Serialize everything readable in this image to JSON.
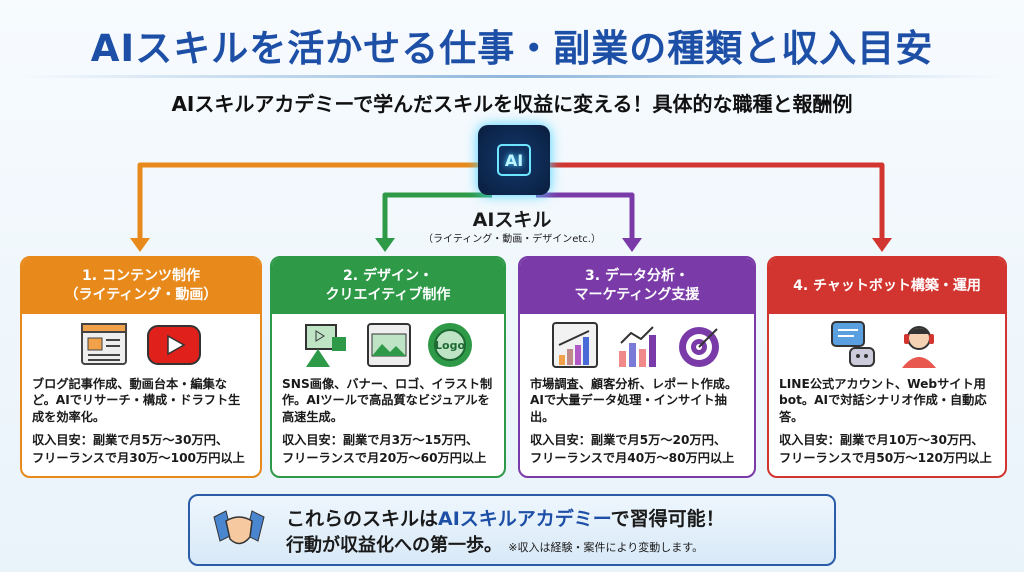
{
  "title": "AIスキルを活かせる仕事・副業の種類と収入目安",
  "subtitle": "AIスキルアカデミーで学んだスキルを収益に変える！具体的な職種と報酬例",
  "center": {
    "chip_label": "AI",
    "label": "AIスキル",
    "sublabel": "（ライティング・動画・デザインetc.）"
  },
  "colors": {
    "orange": "#e8891c",
    "green": "#2e9a48",
    "purple": "#7a3aa8",
    "red": "#d2352f",
    "blue": "#1d4fa6"
  },
  "cards": [
    {
      "title1": "1. コンテンツ制作",
      "title2": "（ライティング・動画）",
      "desc": "ブログ記事作成、動画台本・編集など。AIでリサーチ・構成・ドラフト生成を効率化。",
      "income1": "収入目安：副業で月5万～30万円、",
      "income2": "フリーランスで月30万～100万円以上",
      "icons": [
        "article-icon",
        "video-play-icon"
      ]
    },
    {
      "title1": "2. デザイン・",
      "title2": "クリエイティブ制作",
      "desc": "SNS画像、バナー、ロゴ、イラスト制作。AIツールで高品質なビジュアルを高速生成。",
      "income1": "収入目安：副業で月3万～15万円、",
      "income2": "フリーランスで月20万～60万円以上",
      "icons": [
        "design-tool-icon",
        "image-banner-icon",
        "logo-badge-icon"
      ],
      "logo_text": "Logo"
    },
    {
      "title1": "3. データ分析・",
      "title2": "マーケティング支援",
      "desc": "市場調査、顧客分析、レポート作成。AIで大量データ処理・インサイト抽出。",
      "income1": "収入目安：副業で月5万～20万円、",
      "income2": "フリーランスで月40万～80万円以上",
      "icons": [
        "report-chart-icon",
        "line-bar-chart-icon",
        "target-icon"
      ]
    },
    {
      "title1": "4. チャットボット構築・運用",
      "title2": "",
      "desc": "LINE公式アカウント、Webサイト用bot。AIで対話シナリオ作成・自動応答。",
      "income1": "収入目安：副業で月10万～30万円、",
      "income2": "フリーランスで月50万～120万円以上",
      "icons": [
        "chatbot-icon",
        "operator-icon"
      ]
    }
  ],
  "banner": {
    "pre": "これらのスキルは",
    "highlight": "AIスキルアカデミー",
    "post": "で習得可能！",
    "line2": "行動が収益化への第一歩。",
    "note": "※収入は経験・案件により変動します。"
  }
}
